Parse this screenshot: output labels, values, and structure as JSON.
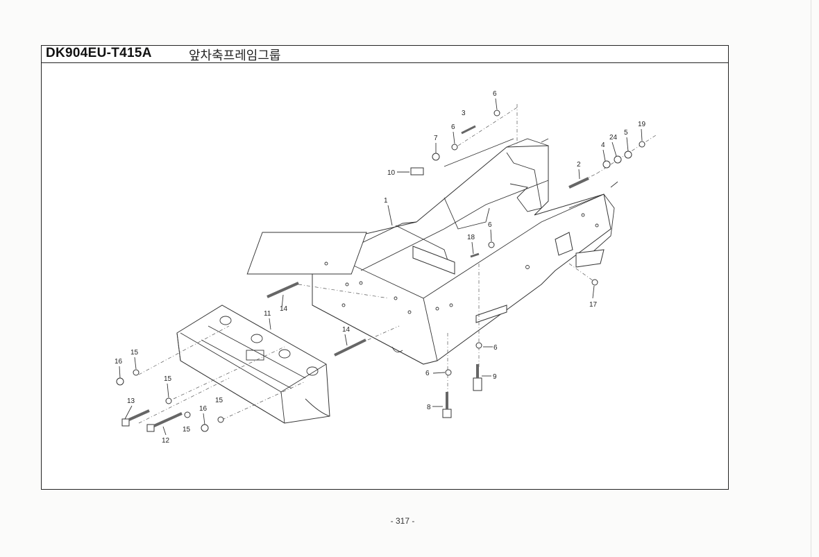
{
  "header": {
    "model_code": "DK904EU-T415A",
    "group_title": "앞차축프레임그룹"
  },
  "callouts": [
    "1",
    "2",
    "3",
    "4",
    "5",
    "6",
    "6",
    "6",
    "6",
    "6",
    "7",
    "8",
    "9",
    "10",
    "11",
    "12",
    "13",
    "14",
    "14",
    "15",
    "15",
    "15",
    "15",
    "16",
    "16",
    "17",
    "18",
    "19",
    "24"
  ],
  "footer": {
    "page_number": "- 317 -"
  }
}
